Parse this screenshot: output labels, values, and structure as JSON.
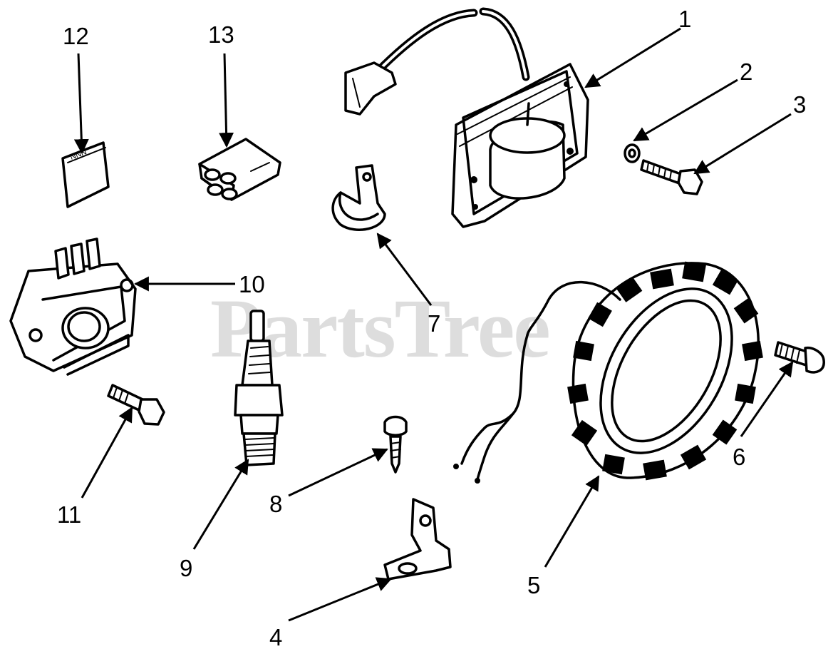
{
  "diagram": {
    "watermark": "PartsTree",
    "trademark": "TM",
    "callouts": [
      "1",
      "2",
      "3",
      "4",
      "5",
      "6",
      "7",
      "8",
      "9",
      "10",
      "11",
      "12",
      "13"
    ]
  }
}
